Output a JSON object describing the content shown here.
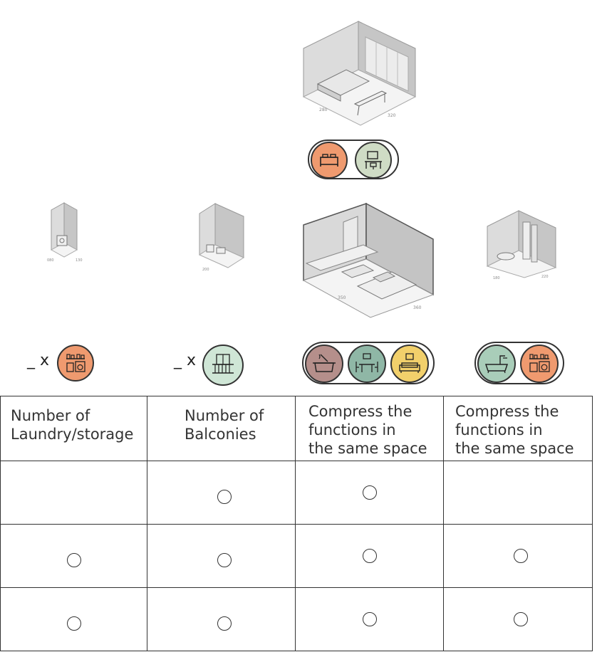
{
  "rooms": {
    "bedroom": {
      "icons": [
        "bed-icon",
        "desk-chair-icon"
      ]
    },
    "laundry": {
      "prefix": "_ x",
      "icons": [
        "laundry-storage-icon"
      ]
    },
    "balcony": {
      "prefix": "_ x",
      "icons": [
        "balcony-railing-icon"
      ]
    },
    "living": {
      "icons": [
        "cooking-pot-icon",
        "dining-table-icon",
        "sofa-icon"
      ]
    },
    "bathroom": {
      "icons": [
        "bathtub-icon",
        "laundry-storage-icon"
      ]
    }
  },
  "colors": {
    "orange": "#ef9a6f",
    "sage": "#cfdcc5",
    "mint": "#cfe6d6",
    "mauve": "#b58f8b",
    "teal": "#8fb7a6",
    "yellow": "#f2d06b",
    "seafoam": "#a9cdb9"
  },
  "table": {
    "headers": [
      "Number of\nLaundry/storage",
      "Number of\nBalconies",
      "Compress the\nfunctions in\nthe same space",
      "Compress the\nfunctions in\nthe same space"
    ],
    "rows": [
      [
        false,
        true,
        true,
        false
      ],
      [
        true,
        true,
        true,
        true
      ],
      [
        true,
        true,
        true,
        true
      ]
    ]
  }
}
